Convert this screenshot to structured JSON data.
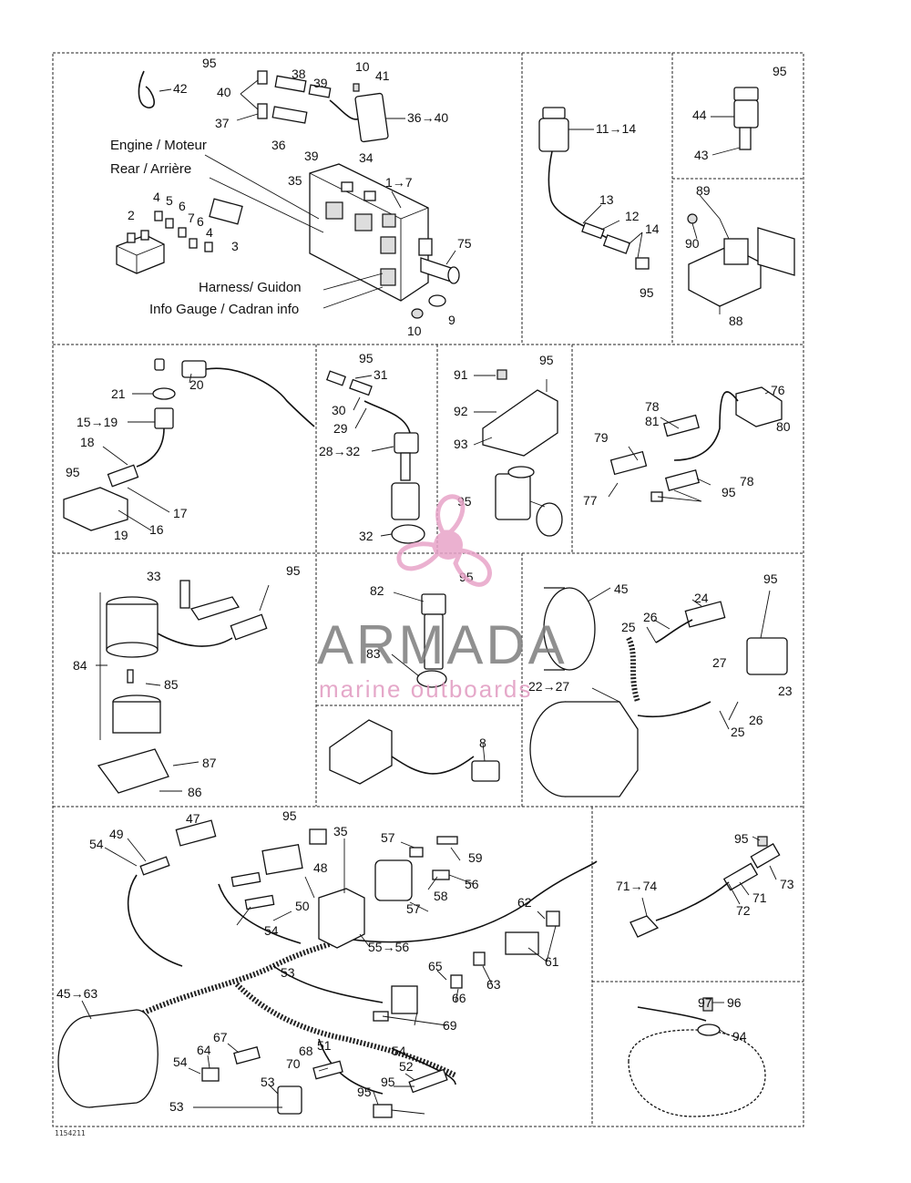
{
  "watermark": {
    "brand": "ARMADA",
    "tagline": "marine outboards",
    "logo_icon": "propeller-logo-icon",
    "logo_color": "#e8a4c8"
  },
  "figure_ref": "1154211",
  "annotations": {
    "engine": "Engine / Moteur",
    "rear": "Rear / Arrière",
    "harness": "Harness/ Guidon",
    "info_gauge": "Info Gauge / Cadran info"
  },
  "labels": {
    "p1": [
      "95",
      "42",
      "40",
      "38",
      "39",
      "10",
      "41",
      "37",
      "36→40",
      "36",
      "39",
      "34",
      "35",
      "1→7",
      "4",
      "5",
      "2",
      "6",
      "7",
      "6",
      "4",
      "3",
      "75",
      "9",
      "10"
    ],
    "p2": [
      "11→14",
      "13",
      "12",
      "14",
      "95"
    ],
    "p3": [
      "95",
      "44",
      "43"
    ],
    "p4": [
      "89",
      "90",
      "88"
    ],
    "p5": [
      "20",
      "21",
      "15→19",
      "18",
      "95",
      "17",
      "16",
      "19"
    ],
    "p6": [
      "95",
      "31",
      "30",
      "29",
      "28→32",
      "32"
    ],
    "p7": [
      "95",
      "91",
      "92",
      "93",
      "95"
    ],
    "p8": [
      "76",
      "78",
      "81",
      "80",
      "79",
      "78",
      "95",
      "77"
    ],
    "p9": [
      "33",
      "95",
      "84",
      "85",
      "87",
      "86"
    ],
    "p10": [
      "95",
      "82",
      "83"
    ],
    "p11": [
      "8"
    ],
    "p12": [
      "45",
      "95",
      "24",
      "25",
      "26",
      "22→27",
      "27",
      "23",
      "26",
      "25"
    ],
    "p13": [
      "47",
      "95",
      "35",
      "49",
      "54",
      "57",
      "59",
      "48",
      "58",
      "56",
      "50",
      "54",
      "53",
      "57",
      "62",
      "55→56",
      "61",
      "63",
      "65",
      "66",
      "45→63",
      "69",
      "67",
      "64",
      "68",
      "54",
      "70",
      "53",
      "51",
      "54",
      "53",
      "95",
      "52",
      "95"
    ],
    "p14": [
      "95",
      "73",
      "71→74",
      "71",
      "72"
    ],
    "p15": [
      "97",
      "96",
      "94"
    ]
  }
}
